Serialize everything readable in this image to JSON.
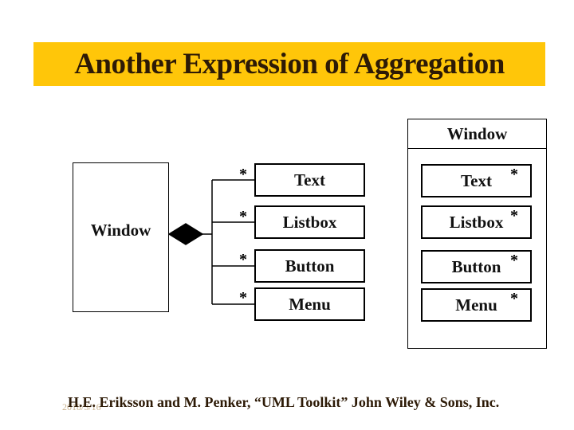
{
  "slide": {
    "title": "Another Expression of Aggregation",
    "title_bg_color": "#FFC609",
    "title_text_color": "#2D1A06",
    "background_color": "#FFFFFF",
    "footer": {
      "citation": "H.E. Eriksson and M. Penker, “UML Toolkit” John Wiley & Sons, Inc.",
      "citation_color": "#2D1A06",
      "date": "2018/3/16",
      "date_color": "#C9B28F"
    }
  },
  "diagram": {
    "aggregate_class": "Window",
    "composite_title": "Window",
    "diamond_color": "#000000",
    "line_color": "#000000",
    "parts": [
      {
        "name": "Text",
        "left_multiplicity": "*",
        "right_multiplicity": "*"
      },
      {
        "name": "Listbox",
        "left_multiplicity": "*",
        "right_multiplicity": "*"
      },
      {
        "name": "Button",
        "left_multiplicity": "*",
        "right_multiplicity": "*"
      },
      {
        "name": "Menu",
        "left_multiplicity": "*",
        "right_multiplicity": "*"
      }
    ]
  }
}
